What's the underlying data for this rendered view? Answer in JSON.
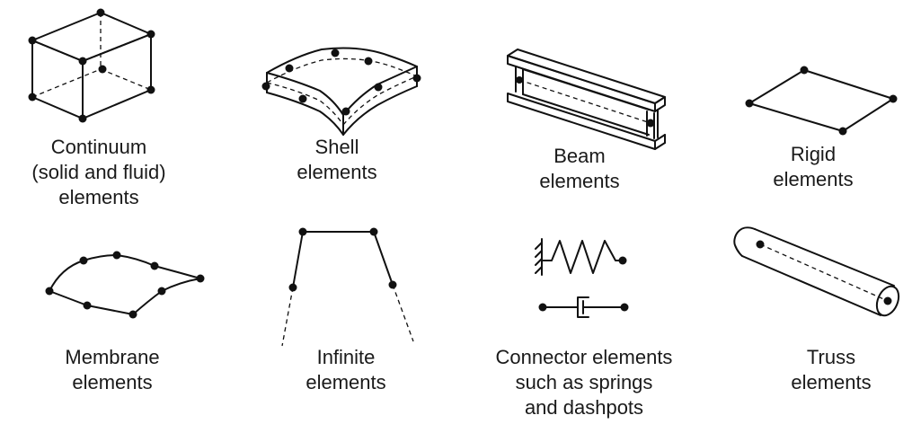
{
  "elements": [
    {
      "id": "continuum",
      "label_lines": [
        "Continuum",
        "(solid and fluid)",
        "elements"
      ]
    },
    {
      "id": "shell",
      "label_lines": [
        "Shell",
        "elements"
      ]
    },
    {
      "id": "beam",
      "label_lines": [
        "Beam",
        "elements"
      ]
    },
    {
      "id": "rigid",
      "label_lines": [
        "Rigid",
        "elements"
      ]
    },
    {
      "id": "membrane",
      "label_lines": [
        "Membrane",
        "elements"
      ]
    },
    {
      "id": "infinite",
      "label_lines": [
        "Infinite",
        "elements"
      ]
    },
    {
      "id": "connector",
      "label_lines": [
        "Connector elements",
        "such as springs",
        "and dashpots"
      ]
    },
    {
      "id": "truss",
      "label_lines": [
        "Truss",
        "elements"
      ]
    }
  ]
}
